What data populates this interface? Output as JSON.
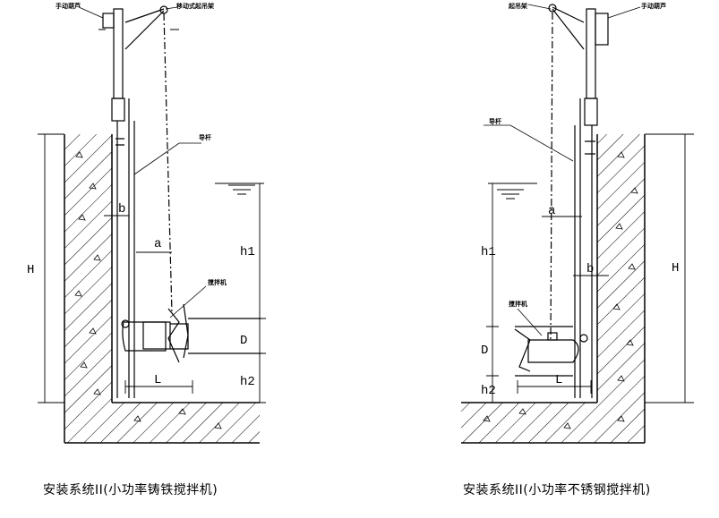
{
  "left": {
    "caption": "安装系统II(小功率铸铁搅拌机)",
    "labels": {
      "hoist": "手动葫芦",
      "bracket": "移动式起吊架",
      "guide_rod": "导杆",
      "mixer": "搅拌机"
    },
    "dims": {
      "H": "H",
      "h1": "h1",
      "h2": "h2",
      "D": "D",
      "L": "L",
      "a": "a",
      "b": "b"
    }
  },
  "right": {
    "caption": "安装系统II(小功率不锈钢搅拌机)",
    "labels": {
      "hoist": "手动葫芦",
      "bracket": "起吊架",
      "guide_rod": "导杆",
      "mixer": "搅拌机"
    },
    "dims": {
      "H": "H",
      "h1": "h1",
      "h2": "h2",
      "D": "D",
      "L": "L",
      "a": "a",
      "b": "b"
    }
  }
}
